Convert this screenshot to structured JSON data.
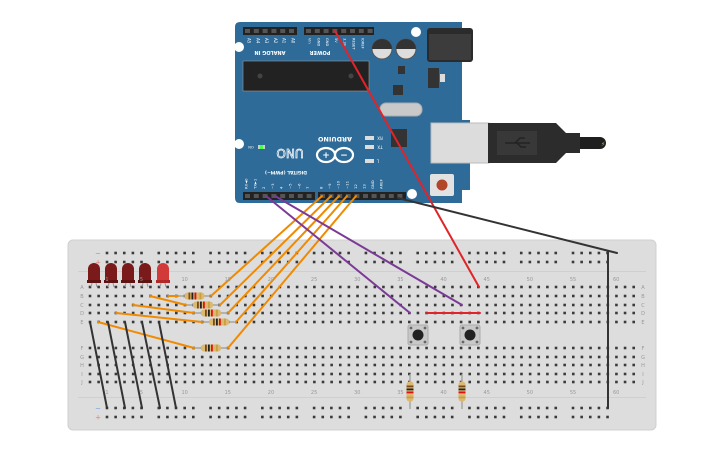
{
  "arduino": {
    "brand": "ARDUINO",
    "model": "UNO",
    "on_label": "ON",
    "rx_label": "RX",
    "tx_label": "TX",
    "l_label": "L",
    "analog_header_label": "ANALOG IN",
    "power_header_label": "POWER",
    "digital_header_label": "DIGITAL (PWM~)",
    "analog_pins": [
      "A5",
      "A4",
      "A3",
      "A2",
      "A1",
      "A0"
    ],
    "power_pins": [
      "Vin",
      "GND",
      "GND",
      "5V",
      "3.3V",
      "RESET",
      "IOREF"
    ],
    "digital_pins": [
      "RX◄0",
      "TX►1",
      "2",
      "~3",
      "4",
      "~5",
      "~6",
      "7",
      "8",
      "~9",
      "~10",
      "~11",
      "12",
      "13",
      "GND",
      "AREF"
    ],
    "board_color": "#2e6b99"
  },
  "breadboard": {
    "row_labels_top": [
      "A",
      "B",
      "C",
      "D",
      "E"
    ],
    "row_labels_bottom": [
      "F",
      "G",
      "H",
      "I",
      "J"
    ],
    "column_numbers": [
      "1",
      "5",
      "10",
      "15",
      "20",
      "25",
      "30",
      "35",
      "40",
      "45",
      "50",
      "55",
      "60"
    ],
    "rail_minus": "−",
    "rail_plus": "+"
  },
  "components": {
    "leds": 5,
    "top_resistors": 5,
    "buttons": 2,
    "pulldown_resistors": 2
  },
  "colors": {
    "wire_orange": "#f08a00",
    "wire_purple": "#7b3a96",
    "wire_red": "#e0242a",
    "wire_black": "#333333",
    "led": "#7a1a1a",
    "led_lit": "#d23a3a"
  }
}
